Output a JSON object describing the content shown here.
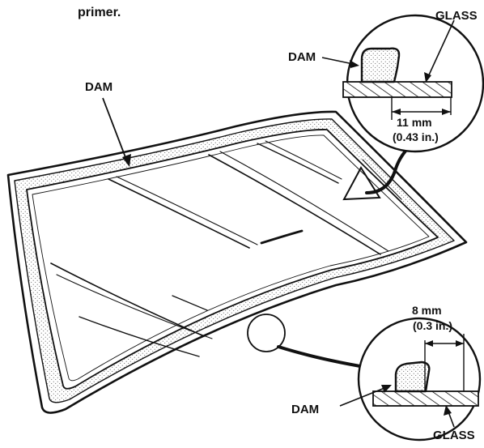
{
  "caption_fragment": "primer.",
  "labels": {
    "dam_main": "DAM",
    "dam_upper_detail": "DAM",
    "glass_upper_detail": "GLASS",
    "dam_lower_detail": "DAM",
    "glass_lower_detail": "GLASS"
  },
  "dimensions": {
    "upper_mm": "11 mm",
    "upper_in": "(0.43 in.)",
    "lower_mm": "8 mm",
    "lower_in": "(0.3 in.)"
  },
  "colors": {
    "ink": "#111111",
    "paper": "#ffffff",
    "stipple": "#555555"
  }
}
